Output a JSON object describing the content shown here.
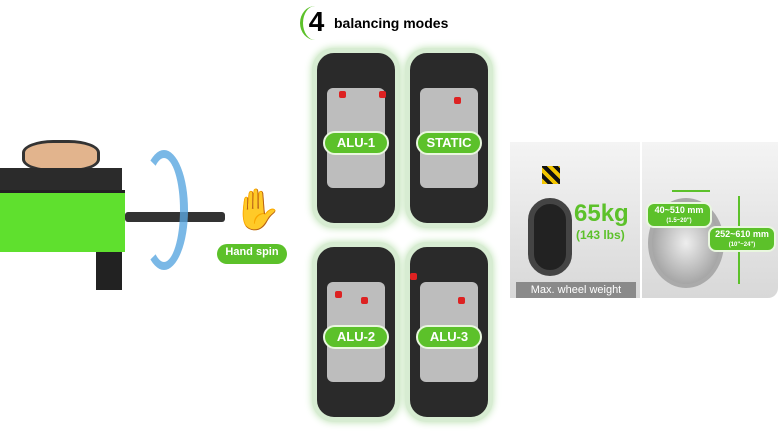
{
  "title": {
    "number": "4",
    "text": "balancing modes"
  },
  "modes": [
    "ALU-1",
    "STATIC",
    "ALU-2",
    "ALU-3"
  ],
  "hand_spin": {
    "label": "Hand spin"
  },
  "weight": {
    "value": "65kg",
    "imperial": "(143 lbs)",
    "caption": "Max. wheel weight"
  },
  "rim_width": {
    "metric": "40~510 mm",
    "imperial": "(1.5~20\")"
  },
  "rim_diameter": {
    "metric": "252~610 mm",
    "imperial": "(10\"~24\")"
  },
  "colors": {
    "accent": "#5cc12a"
  }
}
